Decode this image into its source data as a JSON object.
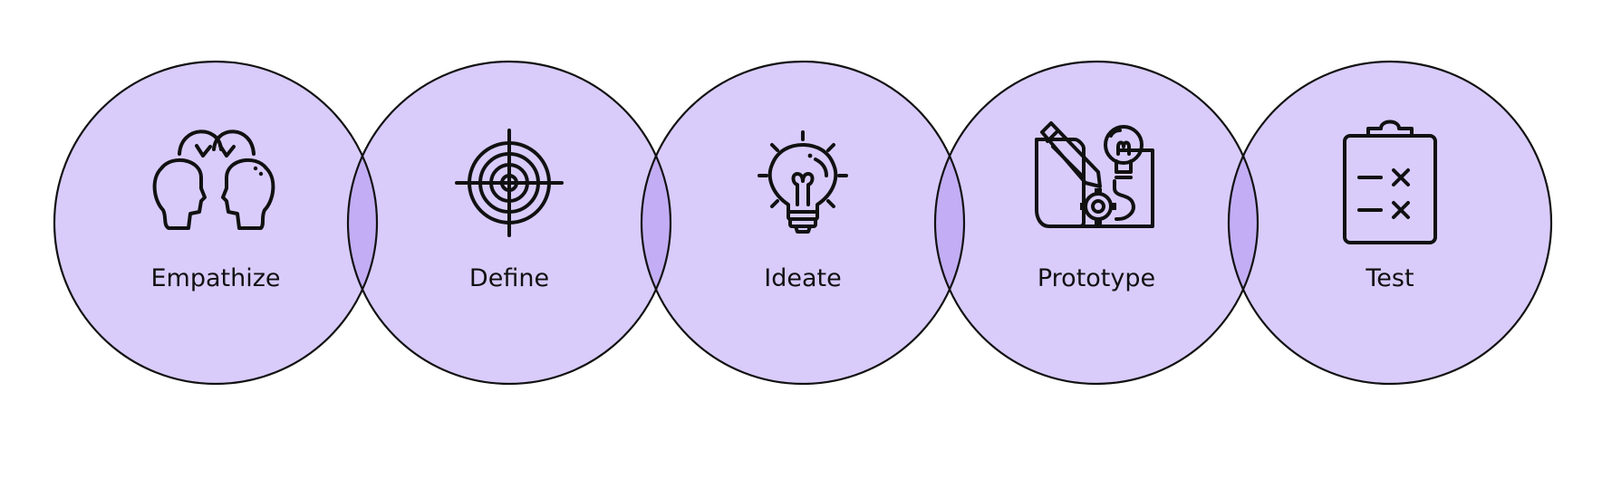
{
  "colors": {
    "circle_fill": "#d9ccfb",
    "circle_stroke": "#111111",
    "overlap_fill": "#c3aef5"
  },
  "stages": [
    {
      "label": "Empathize",
      "icon": "two-heads-exchange-icon"
    },
    {
      "label": "Define",
      "icon": "target-crosshair-icon"
    },
    {
      "label": "Ideate",
      "icon": "lightbulb-idea-icon"
    },
    {
      "label": "Prototype",
      "icon": "blueprint-pencil-gear-icon"
    },
    {
      "label": "Test",
      "icon": "clipboard-checklist-icon"
    }
  ]
}
